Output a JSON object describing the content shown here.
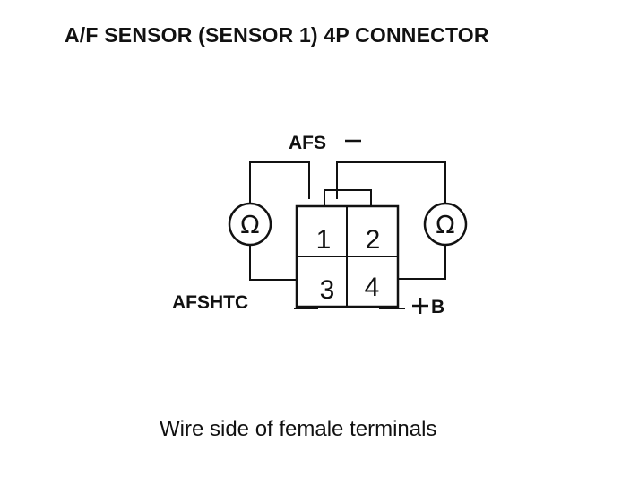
{
  "title": "A/F SENSOR (SENSOR 1) 4P CONNECTOR",
  "connector": {
    "pins": [
      "1",
      "2",
      "3",
      "4"
    ]
  },
  "labels": {
    "afs_minus": "AFS",
    "afshtc": "AFSHTC",
    "plus_b": "B"
  },
  "meters": {
    "symbol": "Ω"
  },
  "caption": "Wire side of female terminals"
}
